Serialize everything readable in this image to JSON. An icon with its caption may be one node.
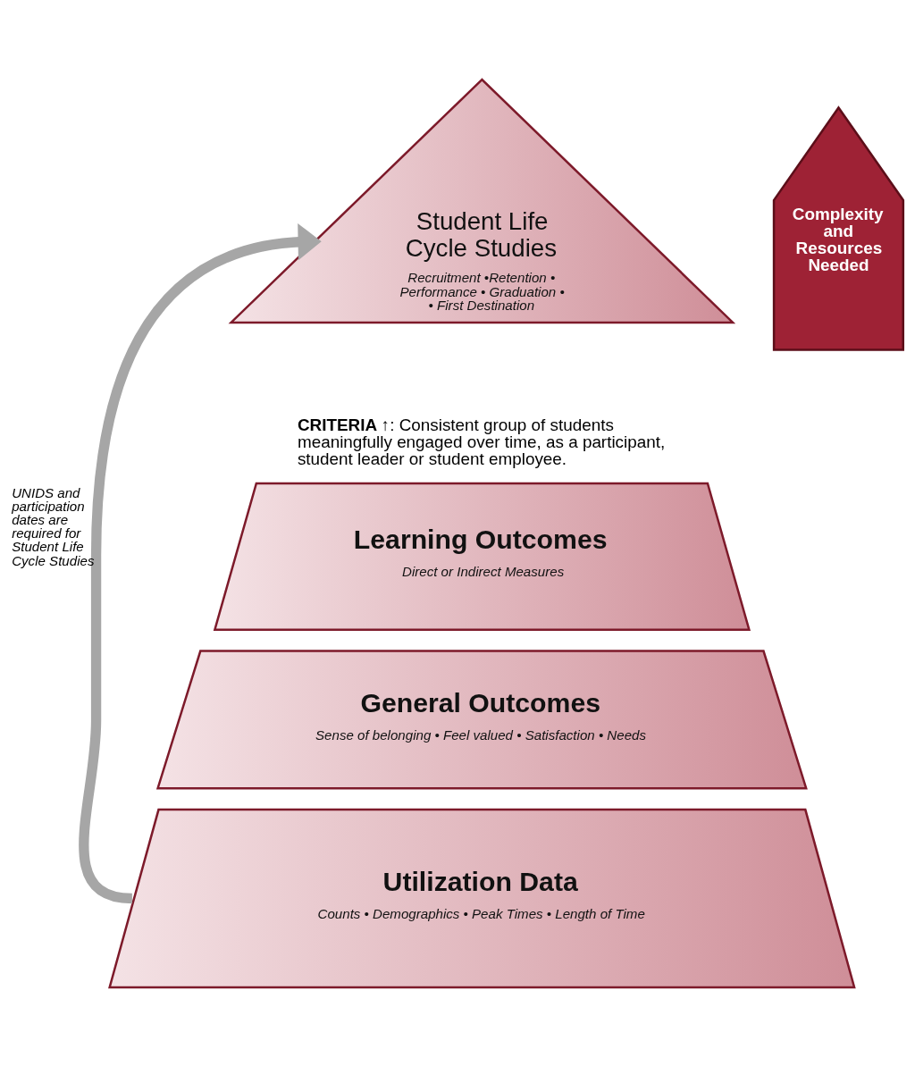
{
  "diagram": {
    "nodes": [
      {
        "text": [
          "Student Life Cycle Studies",
          "Recruitment •Retention • Performance • Graduation • • First Destination"
        ]
      },
      {
        "text": [
          "Learning Outcomes",
          "Direct or Indirect Measures"
        ]
      },
      {
        "text": [
          "General Outcomes",
          "Sense of belonging • Feel valued • Satisfaction • Needs"
        ]
      },
      {
        "text": [
          "Utilization Data",
          "Counts • Demographics • Peak Times • Length of Time"
        ]
      },
      {
        "text": [
          "Complexity and Resources Needed"
        ]
      }
    ],
    "edges": [
      {
        "from": 3,
        "to": 0,
        "arrow": "to",
        "label": "UNIDS and participation dates are required for Student Life Cycle Studies",
        "color": "#a6a6a6"
      }
    ],
    "labels": [
      "**CRITERIA ↑**: Consistent group of students meaningfully engaged over time, as a participant, student leader or student employee."
    ]
  }
}
